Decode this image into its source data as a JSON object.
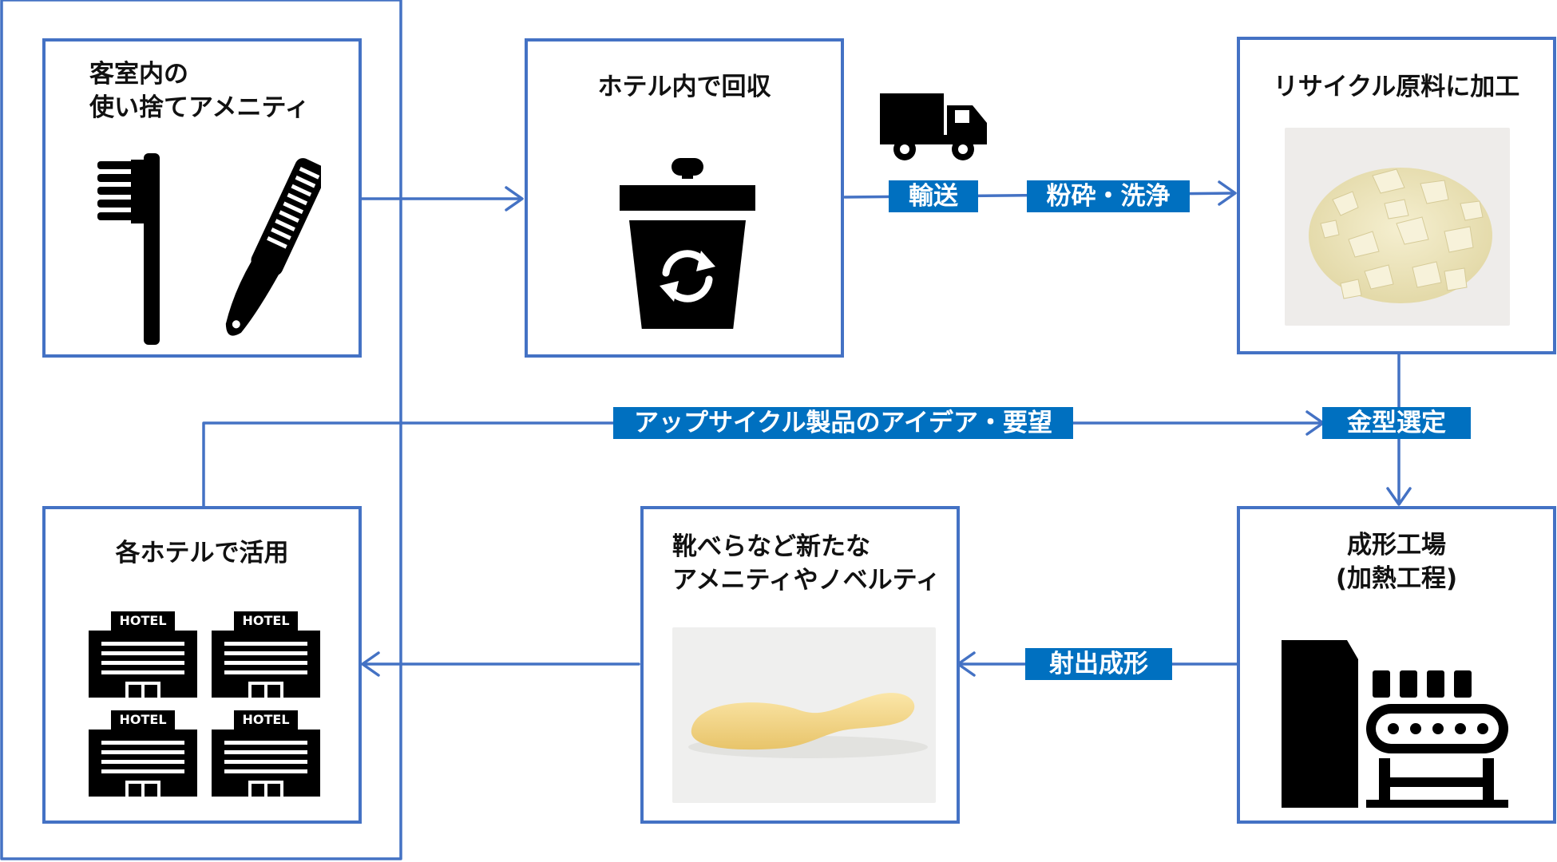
{
  "colors": {
    "frame_blue": "#4472c4",
    "tag_blue": "#0070c0",
    "icon_black": "#000000",
    "text": "#111111"
  },
  "boxes": {
    "amenity": {
      "title_lines": [
        "客室内の",
        "使い捨てアメニティ"
      ],
      "icons": [
        "toothbrush-icon",
        "comb-icon"
      ]
    },
    "collect": {
      "title": "ホテル内で回収",
      "icon": "recycle-bin-icon"
    },
    "material": {
      "title": "リサイクル原料に加工",
      "image": "plastic-flakes-photo"
    },
    "hotels": {
      "title": "各ホテルで活用",
      "hotel_sign": "HOTEL",
      "icon": "hotel-building-icon"
    },
    "products": {
      "title_lines": [
        "靴べらなど新たな",
        "アメニティやノベルティ"
      ],
      "image": "shoehorn-photo"
    },
    "factory": {
      "title_lines": [
        "成形工場",
        "(加熱工程)"
      ],
      "icon": "factory-icon"
    }
  },
  "tags": {
    "transport": "輸送",
    "crush_wash": "粉砕・洗浄",
    "ideas": "アップサイクル製品のアイデア・要望",
    "mold": "金型選定",
    "injection": "射出成形"
  },
  "icons": {
    "truck": "truck-icon"
  }
}
